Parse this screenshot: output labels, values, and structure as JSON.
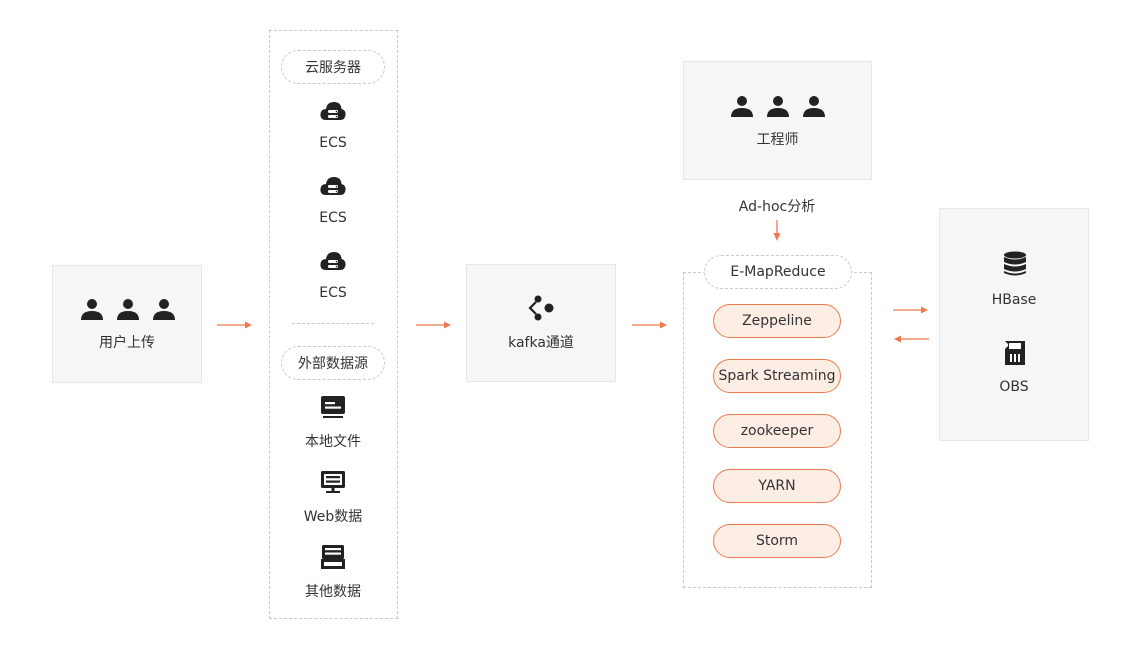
{
  "colors": {
    "accent": "#ec7a4e",
    "pill_fill": "#fdeee5",
    "box_fill": "#f5f6f7",
    "icon": "#222222"
  },
  "user_upload": {
    "label": "用户上传",
    "icon": "users-icon"
  },
  "sources": {
    "cloud_title": "云服务器",
    "ecs": [
      "ECS",
      "ECS",
      "ECS"
    ],
    "external_title": "外部数据源",
    "external": [
      {
        "label": "本地文件",
        "icon": "file-tray-icon"
      },
      {
        "label": "Web数据",
        "icon": "monitor-icon"
      },
      {
        "label": "其他数据",
        "icon": "archive-icon"
      }
    ]
  },
  "kafka": {
    "label": "kafka通道",
    "icon": "share-icon"
  },
  "engineer": {
    "label": "工程师",
    "icon": "users-icon"
  },
  "adhoc": {
    "label": "Ad-hoc分析"
  },
  "emr": {
    "title": "E-MapReduce",
    "components": [
      "Zeppeline",
      "Spark Streaming",
      "zookeeper",
      "YARN",
      "Storm"
    ]
  },
  "storage": {
    "hbase": {
      "label": "HBase",
      "icon": "database-icon"
    },
    "obs": {
      "label": "OBS",
      "icon": "sd-card-icon"
    }
  }
}
